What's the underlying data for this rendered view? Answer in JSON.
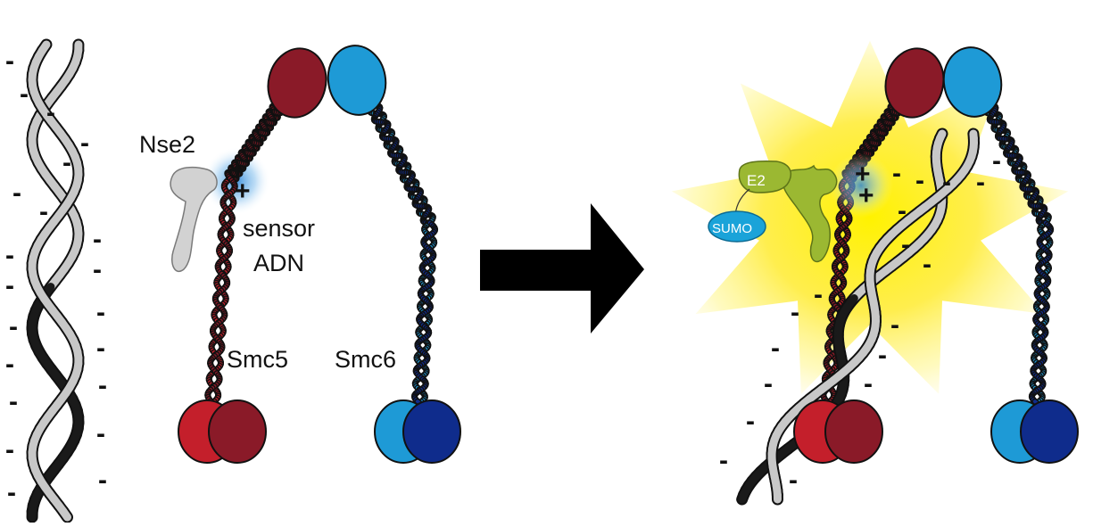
{
  "labels": {
    "nse2": "Nse2",
    "sensor_line1": "sensor",
    "sensor_line2": "ADN",
    "smc5": "Smc5",
    "smc6": "Smc6",
    "e2": "E2",
    "sumo": "SUMO"
  },
  "symbols": {
    "minus": "-",
    "plus": "+"
  },
  "colors": {
    "smc5_light": "#c41f2b",
    "smc5_dark": "#8a1a28",
    "smc6_light": "#1e9ad6",
    "smc6_dark": "#0f2c8c",
    "dna_light": "#c8c8c8",
    "dna_dark": "#1a1a1a",
    "nse2": "#d2d2d2",
    "nse2_active": "#9bb832",
    "glow": "#ffe600",
    "sensor_glow": "#4a9fe0",
    "sumo": "#1aa3d9",
    "arrow": "#000000"
  }
}
